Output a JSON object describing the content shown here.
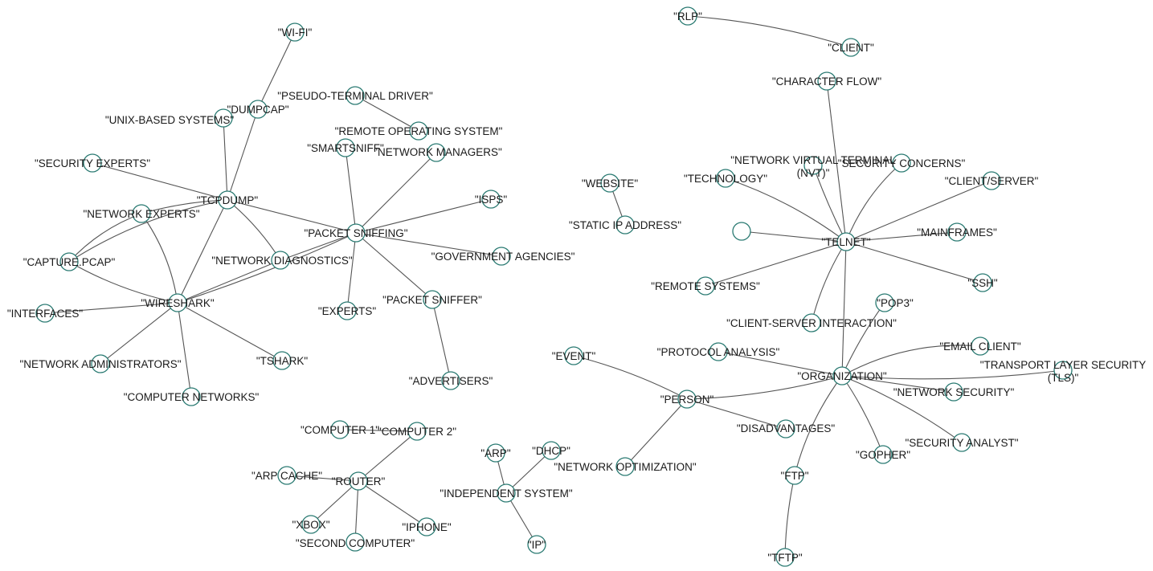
{
  "graph": {
    "colors": {
      "background": "#ffffff",
      "edge": "#555555",
      "node_stroke": "#2a7a72",
      "node_fill": "#ffffff",
      "label": "#1a1a1a"
    },
    "nodes": [
      {
        "id": "tcpdump",
        "label": "\"TCPDUMP\""
      },
      {
        "id": "wifi",
        "label": "\"WI-FI\""
      },
      {
        "id": "dumpcap",
        "label": "\"DUMPCAP\""
      },
      {
        "id": "pseudo",
        "label": "\"PSEUDO-TERMINAL DRIVER\""
      },
      {
        "id": "unix",
        "label": "\"UNIX-BASED SYSTEMS\""
      },
      {
        "id": "remote_os",
        "label": "\"REMOTE OPERATING SYSTEM\""
      },
      {
        "id": "smartsniff",
        "label": "\"SMARTSNIFF\""
      },
      {
        "id": "net_managers",
        "label": "\"NETWORK MANAGERS\""
      },
      {
        "id": "sec_experts",
        "label": "\"SECURITY EXPERTS\""
      },
      {
        "id": "isps",
        "label": "\"ISPS\""
      },
      {
        "id": "net_experts",
        "label": "\"NETWORK EXPERTS\""
      },
      {
        "id": "packet_sniffing",
        "label": "\"PACKET SNIFFING\""
      },
      {
        "id": "gov",
        "label": "\"GOVERNMENT AGENCIES\""
      },
      {
        "id": "capture",
        "label": "\"CAPTURE.PCAP\""
      },
      {
        "id": "net_diag",
        "label": "\"NETWORK DIAGNOSTICS\""
      },
      {
        "id": "wireshark",
        "label": "\"WIRESHARK\""
      },
      {
        "id": "interfaces",
        "label": "\"INTERFACES\""
      },
      {
        "id": "packet_sniffer",
        "label": "\"PACKET SNIFFER\""
      },
      {
        "id": "experts",
        "label": "\"EXPERTS\""
      },
      {
        "id": "tshark",
        "label": "\"TSHARK\""
      },
      {
        "id": "net_admins",
        "label": "\"NETWORK ADMINISTRATORS\""
      },
      {
        "id": "advertisers",
        "label": "\"ADVERTISERS\""
      },
      {
        "id": "comp_networks",
        "label": "\"COMPUTER NETWORKS\""
      },
      {
        "id": "computer1",
        "label": "\"COMPUTER 1\""
      },
      {
        "id": "computer2",
        "label": "\"COMPUTER 2\""
      },
      {
        "id": "arp_cache",
        "label": "\"ARP CACHE\""
      },
      {
        "id": "router",
        "label": "\"ROUTER\""
      },
      {
        "id": "xbox",
        "label": "\"XBOX\""
      },
      {
        "id": "iphone",
        "label": "\"IPHONE\""
      },
      {
        "id": "second_computer",
        "label": "\"SECOND COMPUTER\""
      },
      {
        "id": "arp",
        "label": "\"ARP\""
      },
      {
        "id": "dhcp",
        "label": "\"DHCP\""
      },
      {
        "id": "indep_system",
        "label": "\"INDEPENDENT SYSTEM\""
      },
      {
        "id": "ip",
        "label": "\"IP\""
      },
      {
        "id": "rlp",
        "label": "\"RLP\""
      },
      {
        "id": "client",
        "label": "\"CLIENT\""
      },
      {
        "id": "char_flow",
        "label": "\"CHARACTER FLOW\""
      },
      {
        "id": "nvt",
        "label": "\"NETWORK VIRTUAL TERMINAL (NVT)\""
      },
      {
        "id": "sec_concerns",
        "label": "\"SECURITY CONCERNS\""
      },
      {
        "id": "website",
        "label": "\"WEBSITE\""
      },
      {
        "id": "technology",
        "label": "\"TECHNOLOGY\""
      },
      {
        "id": "client_server",
        "label": "\"CLIENT/SERVER\""
      },
      {
        "id": "static_ip",
        "label": "\"STATIC IP ADDRESS\""
      },
      {
        "id": "unlabeled",
        "label": ""
      },
      {
        "id": "telnet",
        "label": "\"TELNET\""
      },
      {
        "id": "mainframes",
        "label": "\"MAINFRAMES\""
      },
      {
        "id": "remote_systems",
        "label": "\"REMOTE SYSTEMS\""
      },
      {
        "id": "ssh",
        "label": "\"SSH\""
      },
      {
        "id": "pop3",
        "label": "\"POP3\""
      },
      {
        "id": "cs_interaction",
        "label": "\"CLIENT-SERVER INTERACTION\""
      },
      {
        "id": "email_client",
        "label": "\"EMAIL CLIENT\""
      },
      {
        "id": "event",
        "label": "\"EVENT\""
      },
      {
        "id": "protocol_analysis",
        "label": "\"PROTOCOL ANALYSIS\""
      },
      {
        "id": "tls",
        "label": "\"TRANSPORT LAYER SECURITY (TLS)\""
      },
      {
        "id": "organization",
        "label": "\"ORGANIZATION\""
      },
      {
        "id": "person",
        "label": "\"PERSON\""
      },
      {
        "id": "net_security",
        "label": "\"NETWORK SECURITY\""
      },
      {
        "id": "disadvantages",
        "label": "\"DISADVANTAGES\""
      },
      {
        "id": "sec_analyst",
        "label": "\"SECURITY ANALYST\""
      },
      {
        "id": "net_optimization",
        "label": "\"NETWORK OPTIMIZATION\""
      },
      {
        "id": "gopher",
        "label": "\"GOPHER\""
      },
      {
        "id": "ftp",
        "label": "\"FTP\""
      },
      {
        "id": "tftp",
        "label": "\"TFTP\""
      }
    ],
    "edges": [
      [
        "wifi",
        "dumpcap"
      ],
      [
        "dumpcap",
        "tcpdump"
      ],
      [
        "unix",
        "tcpdump"
      ],
      [
        "sec_experts",
        "tcpdump"
      ],
      [
        "tcpdump",
        "net_experts"
      ],
      [
        "tcpdump",
        "capture"
      ],
      [
        "tcpdump",
        "wireshark"
      ],
      [
        "tcpdump",
        "net_diag"
      ],
      [
        "tcpdump",
        "packet_sniffing"
      ],
      [
        "net_experts",
        "capture"
      ],
      [
        "net_experts",
        "wireshark"
      ],
      [
        "capture",
        "wireshark"
      ],
      [
        "interfaces",
        "wireshark"
      ],
      [
        "net_admins",
        "wireshark"
      ],
      [
        "comp_networks",
        "wireshark"
      ],
      [
        "tshark",
        "wireshark"
      ],
      [
        "wireshark",
        "net_diag"
      ],
      [
        "wireshark",
        "packet_sniffing"
      ],
      [
        "pseudo",
        "remote_os"
      ],
      [
        "smartsniff",
        "packet_sniffing"
      ],
      [
        "net_managers",
        "packet_sniffing"
      ],
      [
        "isps",
        "packet_sniffing"
      ],
      [
        "gov",
        "packet_sniffing"
      ],
      [
        "net_diag",
        "packet_sniffing"
      ],
      [
        "experts",
        "packet_sniffing"
      ],
      [
        "packet_sniffer",
        "packet_sniffing"
      ],
      [
        "packet_sniffer",
        "advertisers"
      ],
      [
        "computer1",
        "computer2"
      ],
      [
        "computer2",
        "router"
      ],
      [
        "arp_cache",
        "router"
      ],
      [
        "xbox",
        "router"
      ],
      [
        "iphone",
        "router"
      ],
      [
        "second_computer",
        "router"
      ],
      [
        "arp",
        "indep_system"
      ],
      [
        "dhcp",
        "indep_system"
      ],
      [
        "indep_system",
        "ip"
      ],
      [
        "rlp",
        "client"
      ],
      [
        "website",
        "static_ip"
      ],
      [
        "char_flow",
        "telnet"
      ],
      [
        "nvt",
        "telnet"
      ],
      [
        "sec_concerns",
        "telnet"
      ],
      [
        "technology",
        "telnet"
      ],
      [
        "client_server",
        "telnet"
      ],
      [
        "unlabeled",
        "telnet"
      ],
      [
        "mainframes",
        "telnet"
      ],
      [
        "remote_systems",
        "telnet"
      ],
      [
        "ssh",
        "telnet"
      ],
      [
        "cs_interaction",
        "telnet"
      ],
      [
        "telnet",
        "organization"
      ],
      [
        "pop3",
        "organization"
      ],
      [
        "email_client",
        "organization"
      ],
      [
        "protocol_analysis",
        "organization"
      ],
      [
        "tls",
        "organization"
      ],
      [
        "net_security",
        "organization"
      ],
      [
        "sec_analyst",
        "organization"
      ],
      [
        "gopher",
        "organization"
      ],
      [
        "ftp",
        "organization"
      ],
      [
        "person",
        "organization"
      ],
      [
        "event",
        "person"
      ],
      [
        "person",
        "disadvantages"
      ],
      [
        "person",
        "net_optimization"
      ],
      [
        "ftp",
        "tftp"
      ]
    ]
  }
}
